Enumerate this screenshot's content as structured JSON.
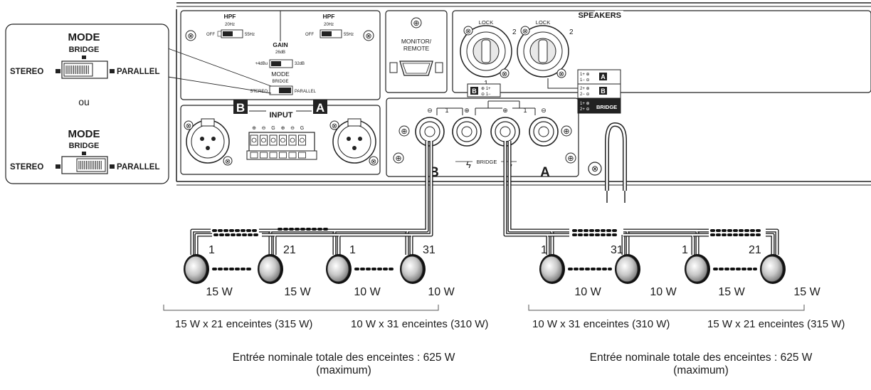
{
  "mode_inset": {
    "mode_label": "MODE",
    "bridge_label": "BRIDGE",
    "stereo_label": "STEREO",
    "parallel_label": "PARALLEL",
    "or_label": "ou",
    "states": [
      "stereo",
      "parallel"
    ]
  },
  "panel": {
    "hpf_label": "HPF",
    "hpf_freq": "20Hz",
    "hpf_off": "OFF",
    "hpf_on": "55Hz",
    "gain_label": "GAIN",
    "gain_mid": "26dB",
    "gain_low": "+4dBu",
    "gain_high": "32dB",
    "mode_label": "MODE",
    "mode_bridge": "BRIDGE",
    "mode_stereo": "STEREO",
    "mode_parallel": "PARALLEL",
    "input_label": "INPUT",
    "ch_b": "B",
    "ch_a": "A",
    "terminal_labels": [
      "⊕",
      "⊖",
      "G",
      "⊕",
      "⊖",
      "G"
    ],
    "monitor_label_1": "MONITOR/",
    "monitor_label_2": "REMOTE",
    "lock_label": "LOCK",
    "speakon_num_1": "2",
    "speakon_num_1b": "1",
    "speakon_num_2": "2",
    "speakers_label": "SPEAKERS",
    "legend": [
      {
        "pins": "1+ ⊕\n1− ⊖",
        "ch": "A"
      },
      {
        "pins": "2+ ⊕\n2− ⊖",
        "ch": "B"
      },
      {
        "pins": "1+ ⊕\n2+ ⊖",
        "ch": "BRIDGE"
      }
    ],
    "b_speakon_legend": "B",
    "b_speakon_pins": "⊕ 1+\n⊖ 1−",
    "binding_top": [
      "⊖",
      "1",
      "⊕",
      "⊕",
      "1",
      "⊖"
    ],
    "binding_bottom_b": "B",
    "binding_bottom_a": "A",
    "binding_bridge": "BRIDGE"
  },
  "speakers": {
    "left_numbers": [
      "1",
      "21",
      "1",
      "31"
    ],
    "left_watts": [
      "15 W",
      "15 W",
      "10 W",
      "10 W"
    ],
    "right_numbers": [
      "1",
      "31",
      "1",
      "21"
    ],
    "right_watts": [
      "10 W",
      "10 W",
      "15 W",
      "15 W"
    ]
  },
  "groups": {
    "left_1": "15 W x 21 enceintes (315 W)",
    "left_2": "10 W x 31 enceintes (310 W)",
    "right_1": "10 W x 31 enceintes (310 W)",
    "right_2": "15 W x 21 enceintes (315 W)"
  },
  "totals": {
    "left_line1": "Entrée nominale totale des enceintes : 625 W",
    "left_line2": "(maximum)",
    "right_line1": "Entrée nominale totale des enceintes : 625 W",
    "right_line2": "(maximum)"
  }
}
